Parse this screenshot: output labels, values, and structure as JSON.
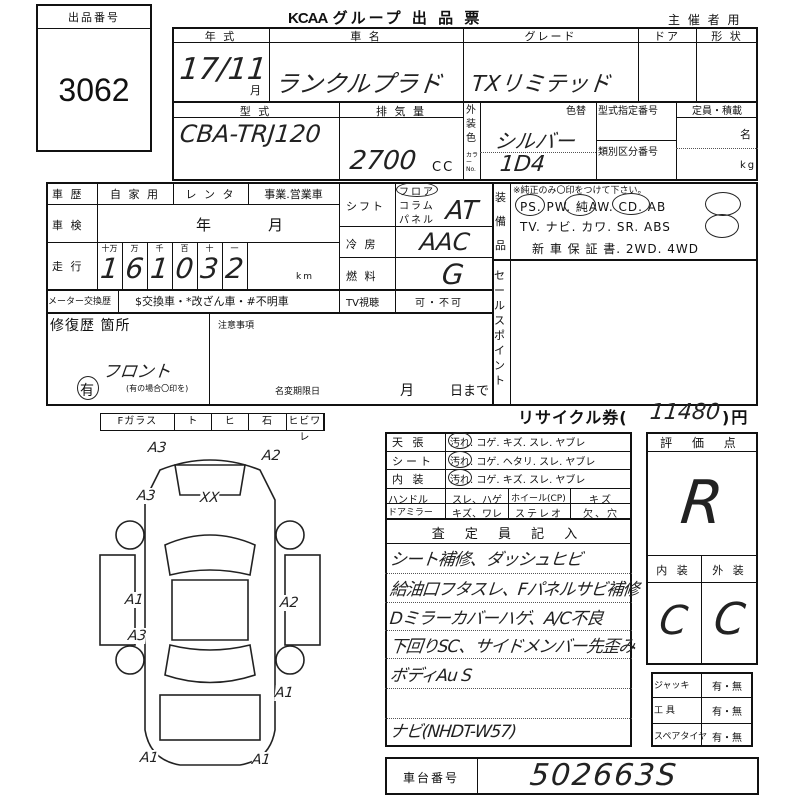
{
  "lot": {
    "label": "出品番号",
    "number": "3062"
  },
  "title": {
    "brand": "KCAA",
    "text": "グループ 出 品 票",
    "usage": "主 催 者 用"
  },
  "row1": {
    "headers": [
      "年 式",
      "車 名",
      "グレード",
      "ドア",
      "形 状"
    ],
    "year": "17/11",
    "month_unit": "月",
    "car_name": "ランクルプラド",
    "grade": "TXリミテッド"
  },
  "row2": {
    "headers": [
      "型 式",
      "排 気 量",
      "外装色",
      "色替",
      "型式指定番号",
      "定員・積載",
      "類別区分番号"
    ],
    "model": "CBA-TRJ120",
    "displacement": "2700",
    "cc": "CC",
    "color": "シルバー",
    "color_no_label": "カラーNo.",
    "color_no": "1D4",
    "capacity_unit": "名",
    "load_unit": "kg"
  },
  "history": {
    "label": "車 歴",
    "options": [
      "自 家 用",
      "レ ン タ",
      "事業.営業車"
    ]
  },
  "inspection": {
    "label": "車 検",
    "year": "年",
    "month": "月"
  },
  "mileage": {
    "label": "走 行",
    "digits_labels": [
      "十万",
      "万",
      "千",
      "百",
      "十",
      "一"
    ],
    "digits": [
      "1",
      "6",
      "1",
      "0",
      "3",
      "2"
    ],
    "unit": "km"
  },
  "meter": {
    "label": "メーター交換歴",
    "text": "$交換車・*改ざん車・#不明車"
  },
  "repair": {
    "label": "修復歴 箇所",
    "value": "有",
    "note": "フロント",
    "hint": "(有の場合〇印を)"
  },
  "caution": {
    "label": "注意事項",
    "deadline": "名変期限日",
    "month": "月",
    "day": "日まで"
  },
  "shift": {
    "label": "シフト",
    "options": [
      "フロア",
      "コラム",
      "パネル"
    ],
    "value": "AT"
  },
  "ac": {
    "label": "冷 房",
    "value": "AAC"
  },
  "fuel": {
    "label": "燃 料",
    "value": "G"
  },
  "tv": {
    "label": "TV視聴",
    "value": "可・不可"
  },
  "equipment": {
    "label": "装備品",
    "note": "※純正のみ〇印をつけて下さい。",
    "line1": "PS.  PW.  純AW.  CD.  AB",
    "line2": "TV.  ナビ.  カワ.  SR.  ABS",
    "line3": "新 車 保 証 書.  2WD.  4WD"
  },
  "sales_point": {
    "label": "セールスポイント"
  },
  "glass": {
    "items": [
      "Fガラス",
      "ト",
      "ヒ",
      "石",
      "ヒビワレ"
    ]
  },
  "diagram": {
    "marks": [
      "A3",
      "A2",
      "XX",
      "A3",
      "A1",
      "A2",
      "A3",
      "A1",
      "A1",
      "A1"
    ]
  },
  "recycle": {
    "label": "リサイクル券(",
    "value": "11480",
    "unit": ")円"
  },
  "interior": {
    "rows": [
      {
        "label": "天 張",
        "text": "汚れ. コゲ. キズ. スレ. ヤブレ"
      },
      {
        "label": "シート",
        "text": "汚れ. コゲ. ヘタリ. スレ. ヤブレ"
      },
      {
        "label": "内 装",
        "text": "汚れ. コゲ. キズ. スレ. ヤブレ"
      }
    ],
    "handle": {
      "label": "ハンドル",
      "a": "スレ、ハゲ",
      "b": "ホイール(CP)",
      "c": "キズ"
    },
    "mirror": {
      "label": "ドアミラー",
      "a": "キズ、ワレ",
      "b": "ステレオ",
      "c": "欠、穴"
    }
  },
  "inspector": {
    "label": "査 定 員 記 入",
    "lines": [
      "シート補修、ダッシュヒビ",
      "給油口フタスレ、Fパネルサビ補修",
      "Dミラーカバーハゲ、A/C不良",
      "下回りSC、サイドメンバー先歪み",
      "ボディAu S",
      "",
      "ナビ(NHDT-W57)"
    ]
  },
  "score": {
    "label": "評 価 点",
    "value": "R",
    "interior_label": "内 装",
    "exterior_label": "外 装",
    "interior": "C",
    "exterior": "C"
  },
  "accessories": [
    {
      "label": "ジャッキ",
      "value": "有・無"
    },
    {
      "label": "工 具",
      "value": "有・無"
    },
    {
      "label": "スペアタイヤ",
      "value": "有・無"
    }
  ],
  "chassis": {
    "label": "車台番号",
    "value": "502663S"
  }
}
